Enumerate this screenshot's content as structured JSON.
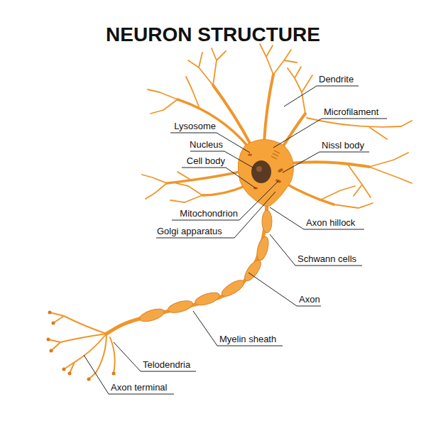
{
  "diagram": {
    "title": "NEURON STRUCTURE",
    "labels": [
      "Dendrite",
      "Microfilament",
      "Lysosome",
      "Nucleus",
      "Nissl body",
      "Cell body",
      "Mitochondrion",
      "Axon hillock",
      "Golgi apparatus",
      "Schwann cells",
      "Axon",
      "Myelin sheath",
      "Telodendria",
      "Axon terminal"
    ]
  }
}
